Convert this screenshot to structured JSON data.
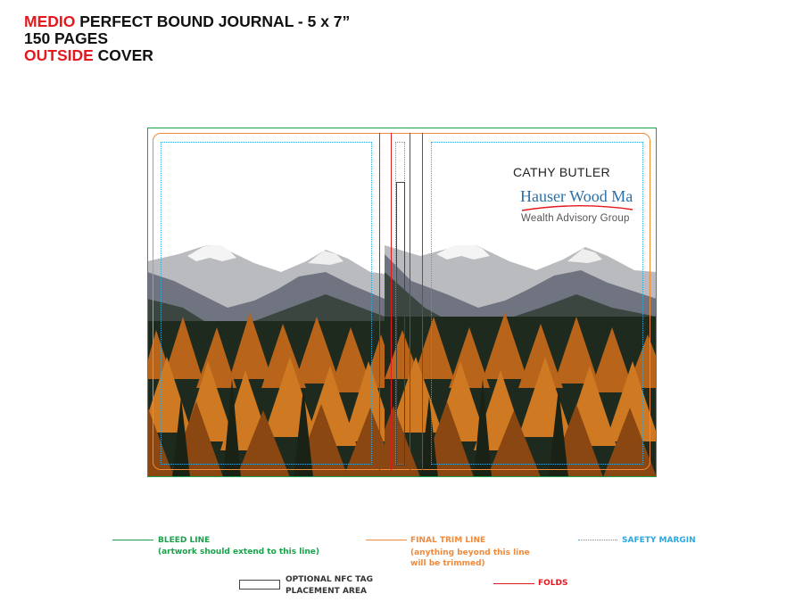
{
  "header": {
    "line1_red": "MEDIO",
    "line1_rest": " PERFECT BOUND JOURNAL - 5 x 7”",
    "line2": "150 PAGES",
    "line3_red": "OUTSIDE",
    "line3_rest": " COVER"
  },
  "cover": {
    "name": "CATHY BUTLER",
    "logo_text": "Hauser Wood Ma",
    "logo_tagline": "Wealth Advisory Group"
  },
  "legend": {
    "bleed_title": "BLEED LINE",
    "bleed_note": "(artwork should extend to this line)",
    "trim_title": "FINAL TRIM LINE",
    "trim_note_1": "(anything beyond this line",
    "trim_note_2": "will be trimmed)",
    "safety_title": "SAFETY MARGIN",
    "nfc_title_1": "OPTIONAL NFC TAG",
    "nfc_title_2": "PLACEMENT AREA",
    "folds_title": "FOLDS"
  },
  "colors": {
    "red": "#e3191f",
    "bleed": "#1aa14a",
    "trim": "#f08a3c",
    "safety": "#29a9e1",
    "logo_blue": "#2b6fa8"
  }
}
